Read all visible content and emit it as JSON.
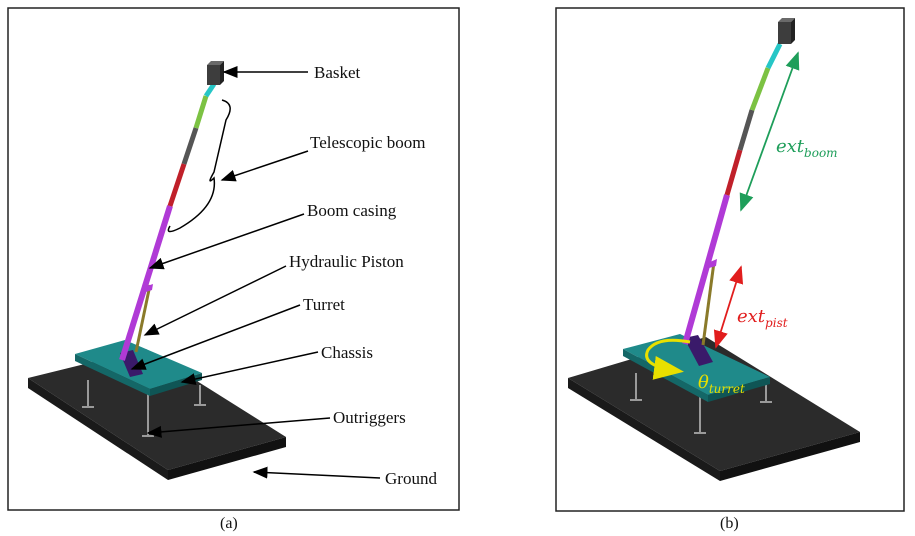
{
  "figure": {
    "panels": [
      {
        "id": "a",
        "sublabel": "(a)",
        "callouts": [
          {
            "key": "basket",
            "text": "Basket"
          },
          {
            "key": "telescopic_boom",
            "text": "Telescopic boom"
          },
          {
            "key": "boom_casing",
            "text": "Boom casing"
          },
          {
            "key": "hydraulic_piston",
            "text": "Hydraulic Piston"
          },
          {
            "key": "turret",
            "text": "Turret"
          },
          {
            "key": "chassis",
            "text": "Chassis"
          },
          {
            "key": "outriggers",
            "text": "Outriggers"
          },
          {
            "key": "ground",
            "text": "Ground"
          }
        ]
      },
      {
        "id": "b",
        "sublabel": "(b)",
        "variables": [
          {
            "key": "ext_boom",
            "base": "ext",
            "subscript": "boom",
            "color": "#1e9e5a"
          },
          {
            "key": "ext_pist",
            "base": "ext",
            "subscript": "pist",
            "color": "#e11d1d"
          },
          {
            "key": "theta_turret",
            "base": "θ",
            "subscript": "turret",
            "color": "#e8e000"
          }
        ]
      }
    ]
  },
  "colors": {
    "ground": "#2b2b2b",
    "chassis": "#1f8a8a",
    "boom_casing": "#b03ad6",
    "boom_red": "#c0202a",
    "boom_gray": "#555555",
    "boom_green": "#7cc243",
    "boom_cyan": "#26c6c6",
    "piston": "#8a7a2a",
    "turret": "#3a1a6a",
    "basket": "#3d3d3d"
  }
}
